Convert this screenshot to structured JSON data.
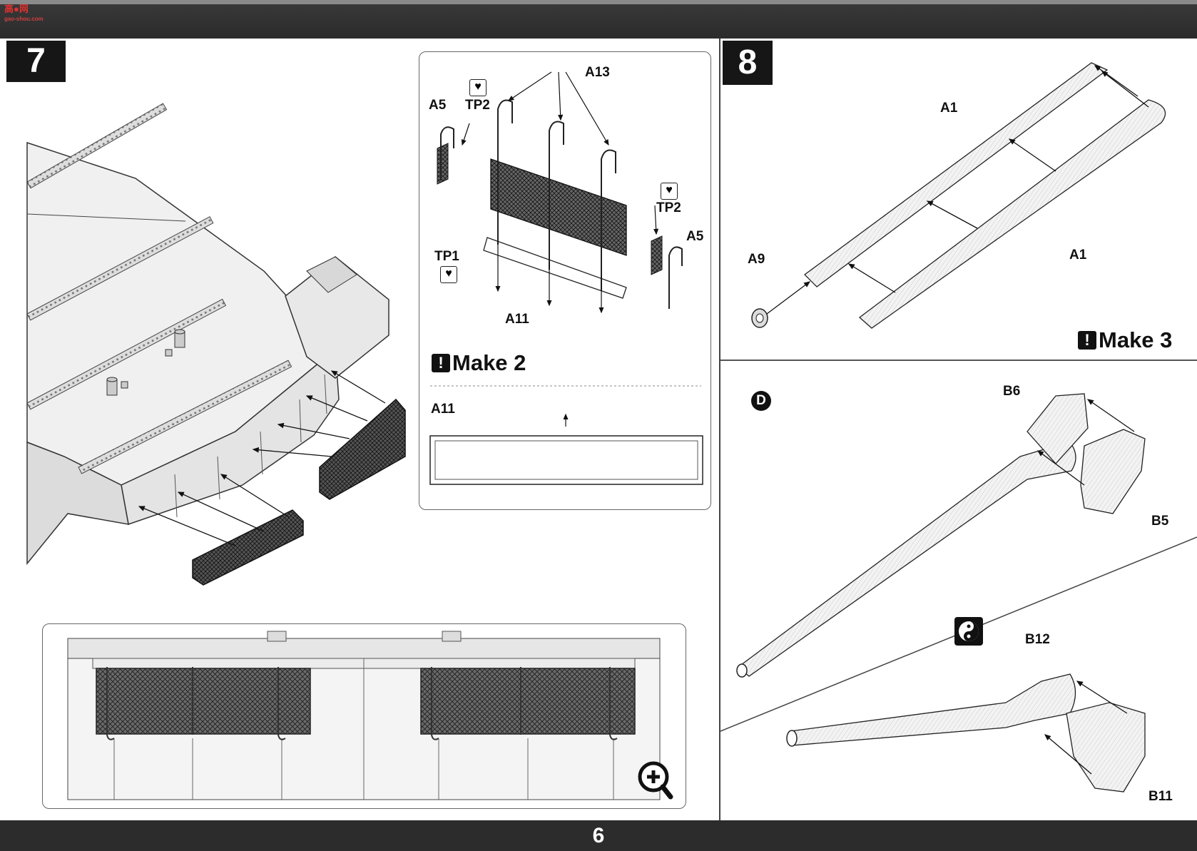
{
  "watermark": {
    "text": "高●网",
    "sub": "gao-shou.com"
  },
  "page_number": "6",
  "steps": {
    "step7": "7",
    "step8": "8"
  },
  "step7": {
    "detail_labels": {
      "a13": "A13",
      "a5_left": "A5",
      "tp2_left": "TP2",
      "tp2_right": "TP2",
      "a5_right": "A5",
      "tp1": "TP1",
      "a11_bottom": "A11",
      "a11_sub": "A11"
    },
    "make_label": "Make 2",
    "icons": {
      "tp_icon": "broken-heart-icon",
      "zoom": "zoom-in-icon"
    }
  },
  "step8": {
    "labels": {
      "a1_top": "A1",
      "a1_right": "A1",
      "a9": "A9"
    },
    "make_label": "Make 3",
    "sub_step": "D",
    "sub_labels": {
      "b6": "B6",
      "b5": "B5",
      "b12": "B12",
      "b11": "B11"
    },
    "icons": {
      "alternative": "yin-yang-icon"
    }
  },
  "colors": {
    "bar": "#2c2c2c",
    "mesh": "#333333",
    "line": "#222222"
  }
}
